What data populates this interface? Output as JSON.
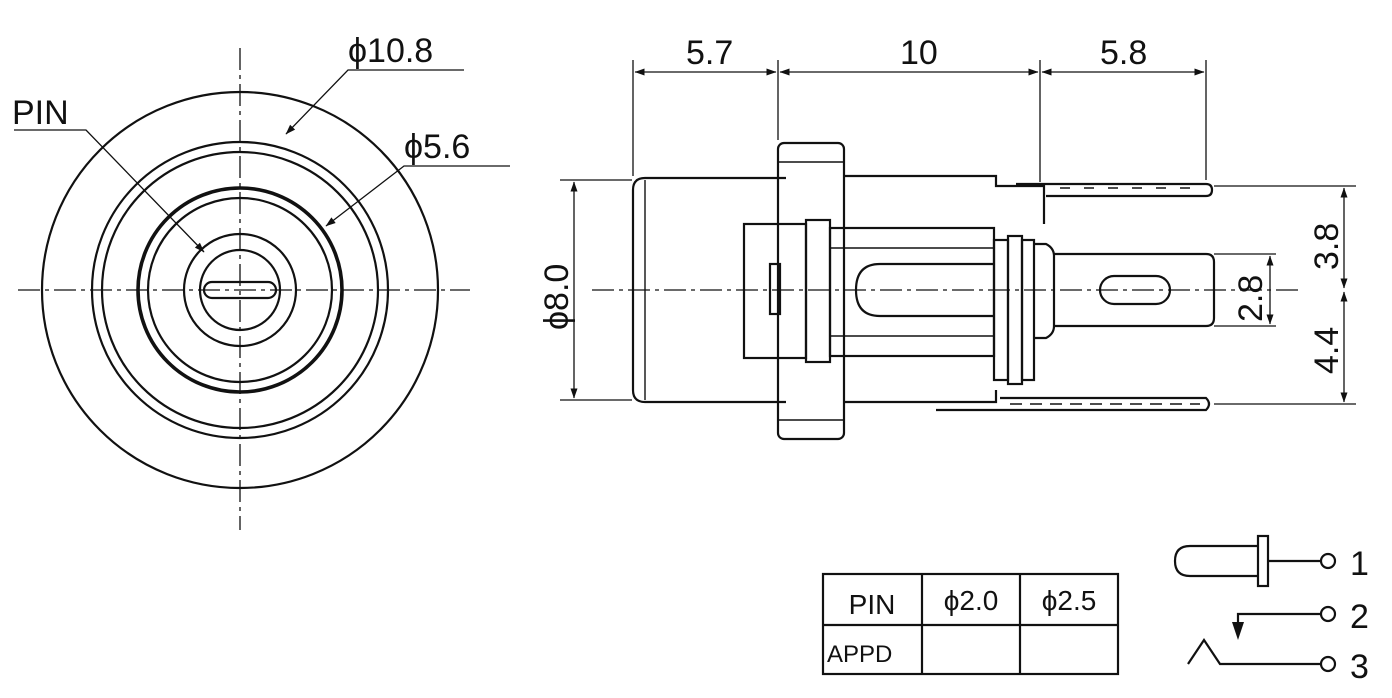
{
  "front_view": {
    "pin_label": "PIN",
    "outer_diameter": "ϕ10.8",
    "inner_diameter": "ϕ5.6"
  },
  "side_view": {
    "dim_left": "5.7",
    "dim_middle": "10",
    "dim_right": "5.8",
    "dim_body_height": "ϕ8.0",
    "dim_top_offset": "3.8",
    "dim_tab_height": "2.8",
    "dim_bottom_offset": "4.4"
  },
  "pin_table": {
    "headers": [
      "PIN",
      "ϕ2.0",
      "ϕ2.5"
    ],
    "row_label": "APPD",
    "row_values": [
      "",
      ""
    ]
  },
  "schematic": {
    "terminals": [
      "1",
      "2",
      "3"
    ]
  }
}
